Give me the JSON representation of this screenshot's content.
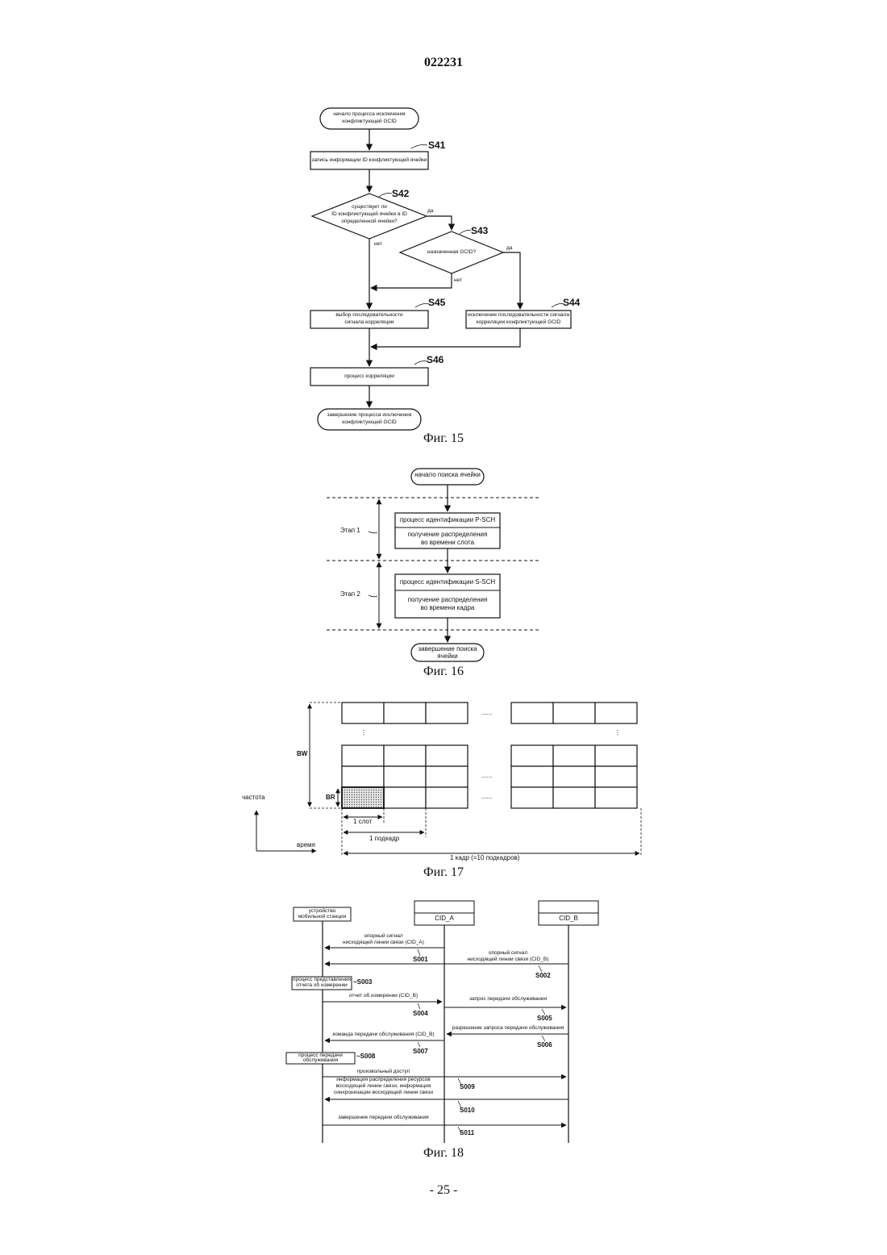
{
  "header": {
    "doc_number": "022231"
  },
  "fig15": {
    "start": [
      "начало процесса исключения",
      "конфликтующей GCID"
    ],
    "s41": {
      "label": "S41",
      "text": "запись информации ID конфликтующей ячейки"
    },
    "s42": {
      "label": "S42",
      "text": [
        "существует ли",
        "ID конфликтующей ячейки в ID",
        "определенной ячейки?"
      ],
      "yes": "да",
      "no": "нет"
    },
    "s43": {
      "label": "S43",
      "text": "назначенная GCID?",
      "yes": "да",
      "no": "нет"
    },
    "s44": {
      "label": "S44",
      "text": [
        "исключение последовательности сигнала",
        "корреляции конфликтующей GCID"
      ]
    },
    "s45": {
      "label": "S45",
      "text": [
        "выбор последовательности",
        "сигнала корреляции"
      ]
    },
    "s46": {
      "label": "S46",
      "text": "процесс корреляции"
    },
    "end": [
      "завершение процесса исключения",
      "конфликтующей GCID"
    ],
    "caption": "Фиг. 15"
  },
  "fig16": {
    "start": "начало поиска ячейки",
    "stage1": {
      "label": "Этап 1",
      "title": "процесс идентификации P-SCH",
      "body": [
        "получение распределения",
        "во времени слота"
      ]
    },
    "stage2": {
      "label": "Этап 2",
      "title": "процесс идентификации S-SCH",
      "body": [
        "получение распределения",
        "во времени кадра"
      ]
    },
    "end": [
      "завершение поиска",
      "ячейки"
    ],
    "caption": "Фиг. 16"
  },
  "fig17": {
    "bw": "BW",
    "br": "BR",
    "freq": "частота",
    "time": "время",
    "slot": "1 слот",
    "subframe": "1 подкадр",
    "frame": "1 кадр (=10 подкадров)",
    "hdots": "......",
    "vdots": "⋮",
    "caption": "Фиг. 17"
  },
  "fig18": {
    "mobile": [
      "устройство",
      "мобильной станции"
    ],
    "cid_a": "CID_A",
    "cid_b": "CID_B",
    "msg1": [
      "опорный сигнал",
      "нисходящей линии связи (CID_A)"
    ],
    "s001": "S001",
    "msg2": [
      "опорный сигнал",
      "нисходящей линии связи (CID_B)"
    ],
    "s002": "S002",
    "proc3": [
      "процесс представления",
      "отчета об измерении"
    ],
    "s003": "~S003",
    "msg4": "отчет об измерении (CID_B)",
    "s004": "S004",
    "msg5": "запрос передачи обслуживания",
    "s005": "S005",
    "msg6": "разрешение запроса передачи обслуживания",
    "s006": "S006",
    "msg7": "команда передачи обслуживания (CID_B)",
    "s007": "S007",
    "proc8": [
      "процесс передачи",
      "обслуживания"
    ],
    "s008": "~S008",
    "msg9": "произвольный доступ",
    "msg10": [
      "информация распределения ресурсов",
      "восходящей линии связи, информация",
      "синхронизации восходящей линии связи"
    ],
    "s009": "S009",
    "s010": "S010",
    "msg11": "завершение передачи обслуживания",
    "s011": "S011",
    "caption": "Фиг. 18"
  },
  "footer": {
    "page_number": "- 25 -"
  }
}
